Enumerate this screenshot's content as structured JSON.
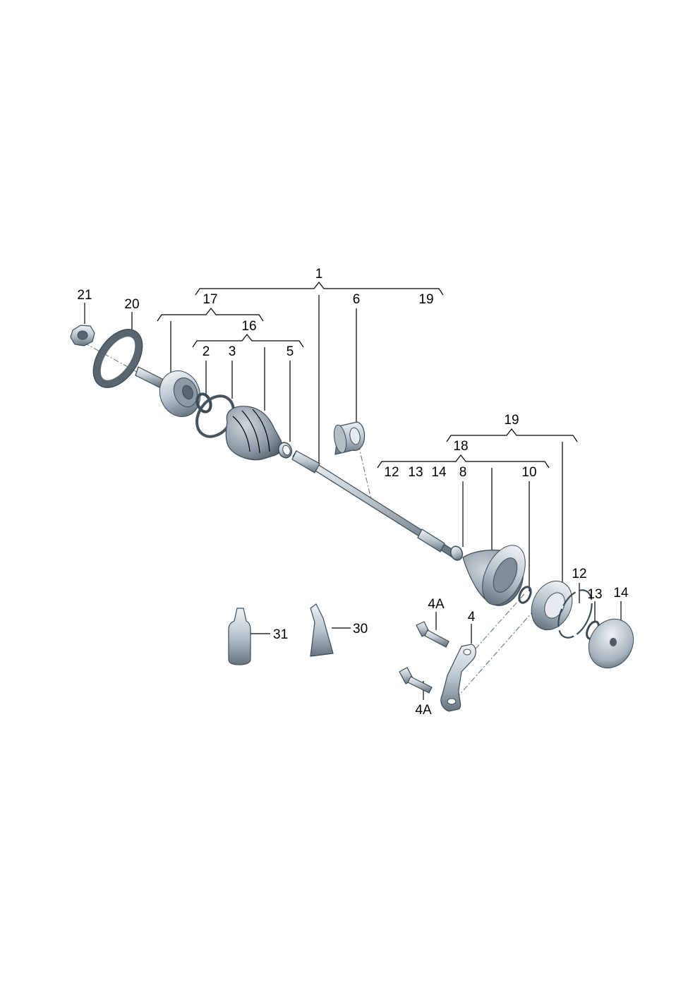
{
  "labels": {
    "l1": "1",
    "l17": "17",
    "l19_top": "19",
    "l6": "6",
    "l16": "16",
    "l21": "21",
    "l20": "20",
    "l2": "2",
    "l3": "3",
    "l5": "5",
    "l19_right": "19",
    "l18": "18",
    "l12_a": "12",
    "l13_a": "13",
    "l14_a": "14",
    "l8": "8",
    "l10": "10",
    "l12_b": "12",
    "l13_b": "13",
    "l14_b": "14",
    "l4A_top": "4A",
    "l4": "4",
    "l4A_bottom": "4A",
    "l31": "31",
    "l30": "30"
  },
  "colors": {
    "metal_light": "#dfe6ec",
    "metal_mid": "#a9b6c0",
    "metal_dark": "#5d6c78",
    "outline": "#3c4a55"
  }
}
